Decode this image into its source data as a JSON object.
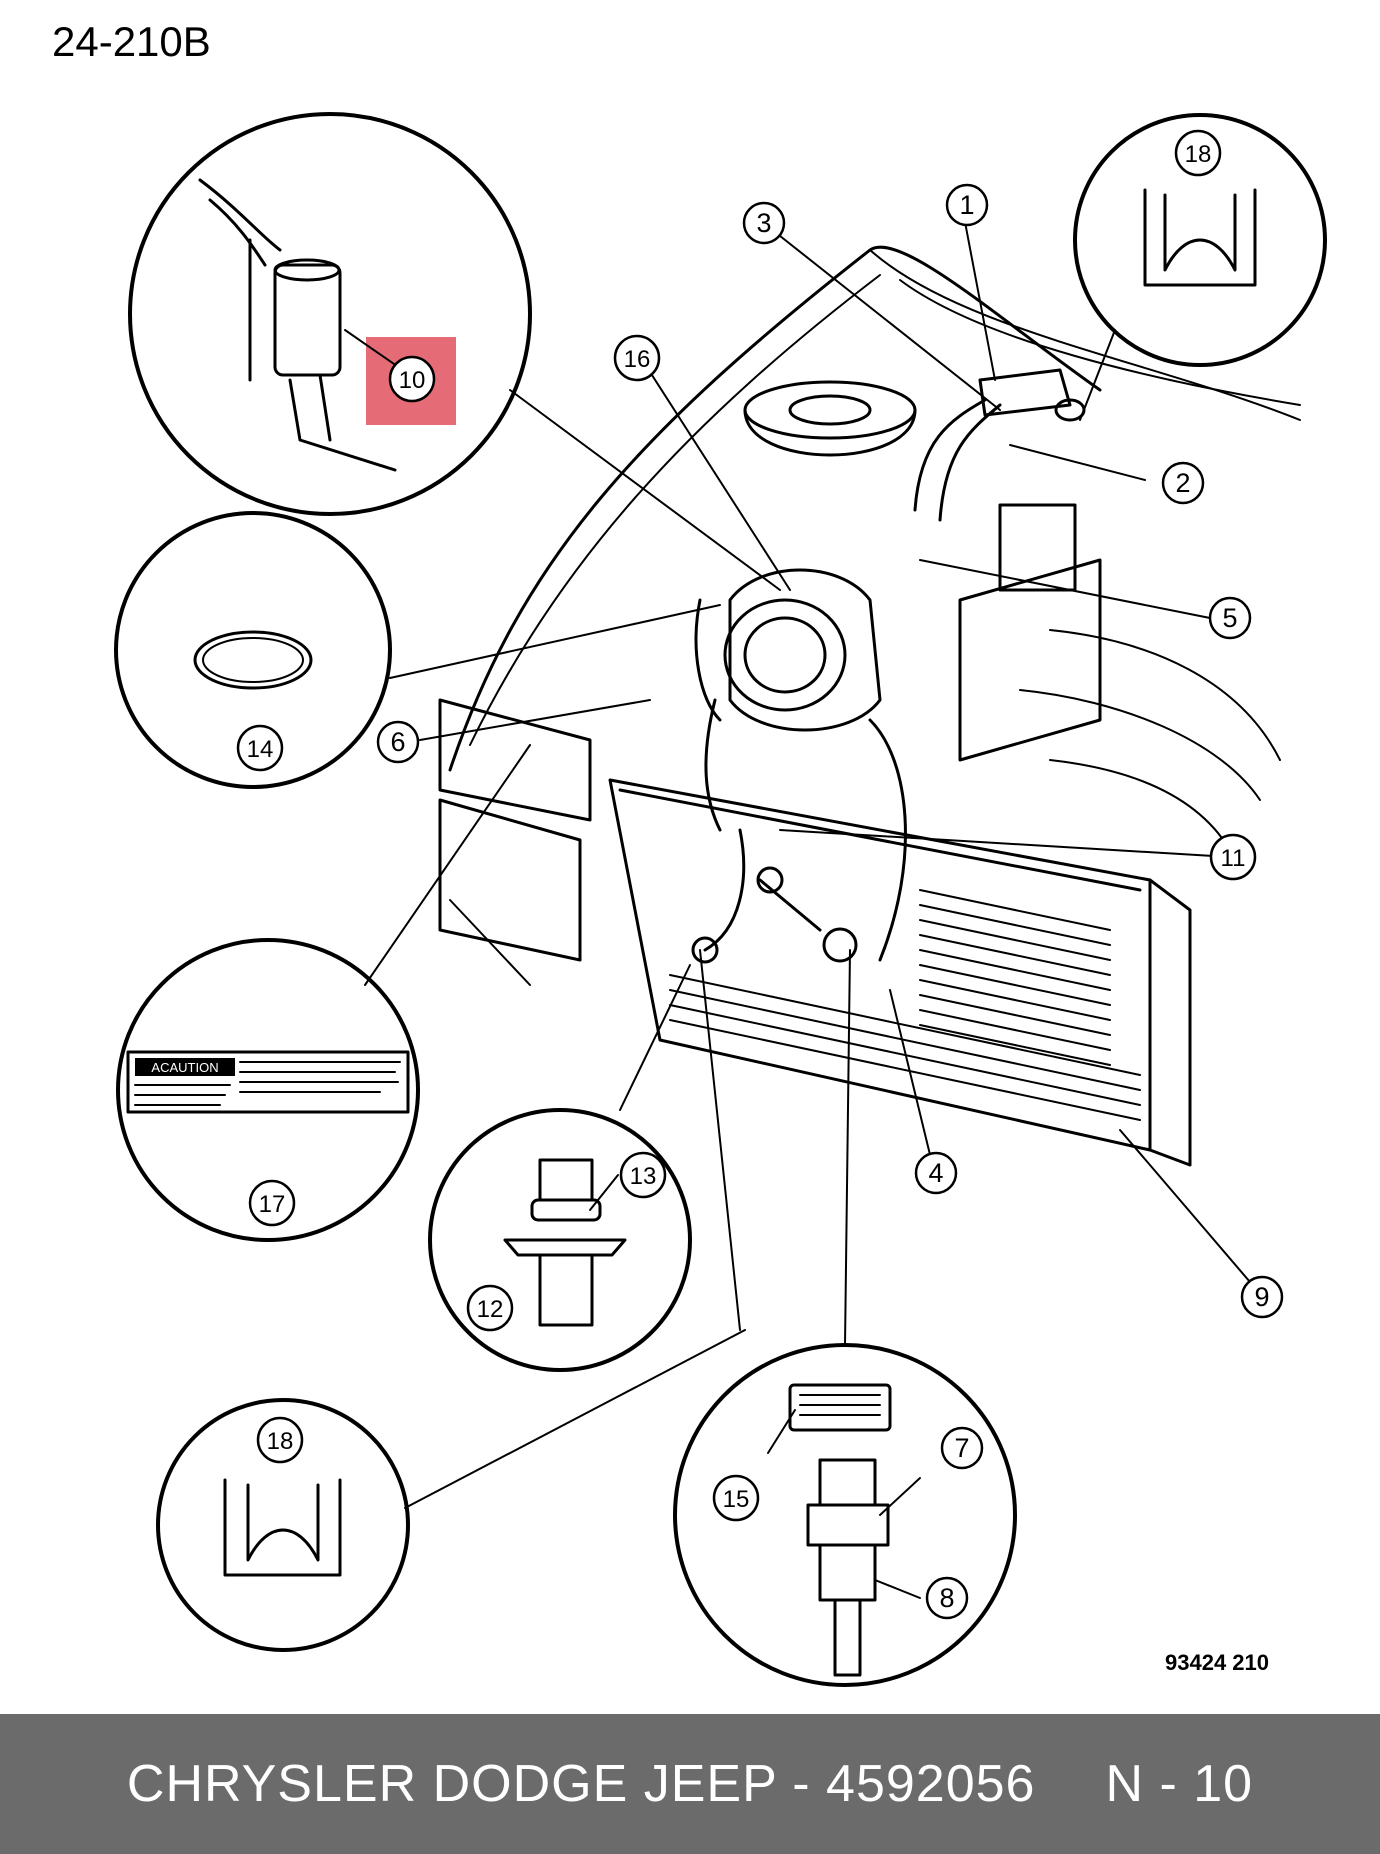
{
  "page_code": "24-210B",
  "reference_code": "93424  210",
  "highlight_color": "#e35f6b",
  "footer": {
    "part_info": "CHRYSLER DODGE JEEP - 4592056",
    "position": "N - 10",
    "background": "#6b6b6b"
  },
  "callouts": [
    "1",
    "2",
    "3",
    "4",
    "5",
    "6",
    "7",
    "8",
    "9",
    "10",
    "11",
    "12",
    "13",
    "14",
    "15",
    "16",
    "17",
    "18",
    "18"
  ],
  "caution_label": {
    "heading": "ACAUTION"
  }
}
